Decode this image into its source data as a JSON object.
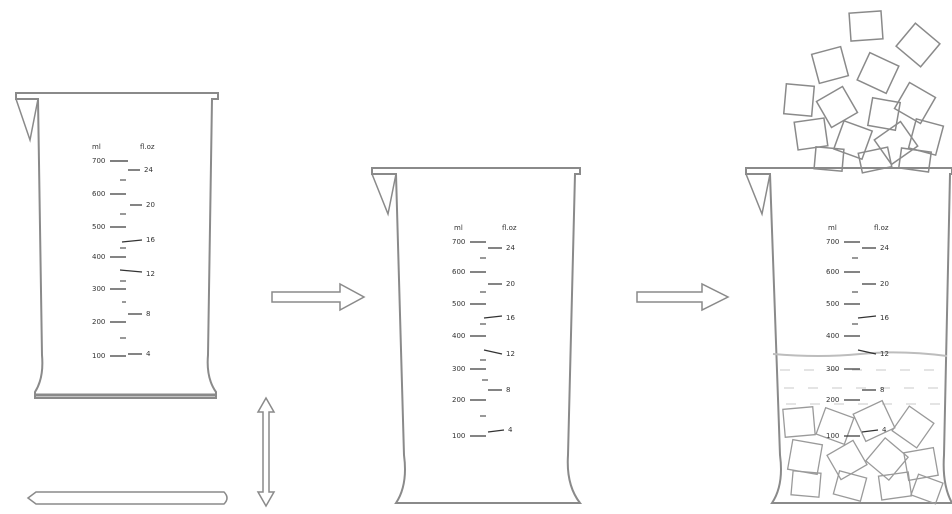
{
  "diagram": {
    "line_color": "#8a8a8a",
    "ink_color": "#333333",
    "background": "#ffffff",
    "beaker_labels": {
      "unit_left": "ml",
      "unit_right": "fl.oz"
    },
    "scale_left": [
      "700",
      "600",
      "500",
      "400",
      "300",
      "200",
      "100"
    ],
    "scale_right": [
      "24",
      "20",
      "16",
      "12",
      "8",
      "4"
    ],
    "icons": [
      "right-arrow-icon",
      "right-arrow-icon",
      "vertical-double-arrow-icon",
      "horizontal-arrow-icon"
    ]
  }
}
